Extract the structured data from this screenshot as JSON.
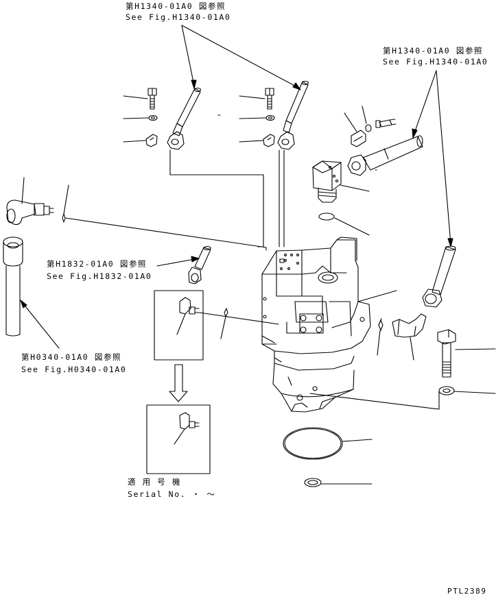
{
  "references": {
    "top_center": {
      "jp": "第H1340-01A0 図参照",
      "en": "See Fig.H1340-01A0"
    },
    "top_right": {
      "jp": "第H1340-01A0 図参照",
      "en": "See Fig.H1340-01A0"
    },
    "mid_left": {
      "jp": "第H1832-01A0 図参照",
      "en": "See Fig.H1832-01A0"
    },
    "bottom_left": {
      "jp": "第H0340-01A0 図参照",
      "en": "See Fig.H0340-01A0"
    }
  },
  "serial": {
    "jp": "適 用 号 機",
    "en": "Serial No.  ・  ～"
  },
  "drawing_code": "PTL2389",
  "colors": {
    "line": "#000000",
    "background": "#ffffff"
  }
}
